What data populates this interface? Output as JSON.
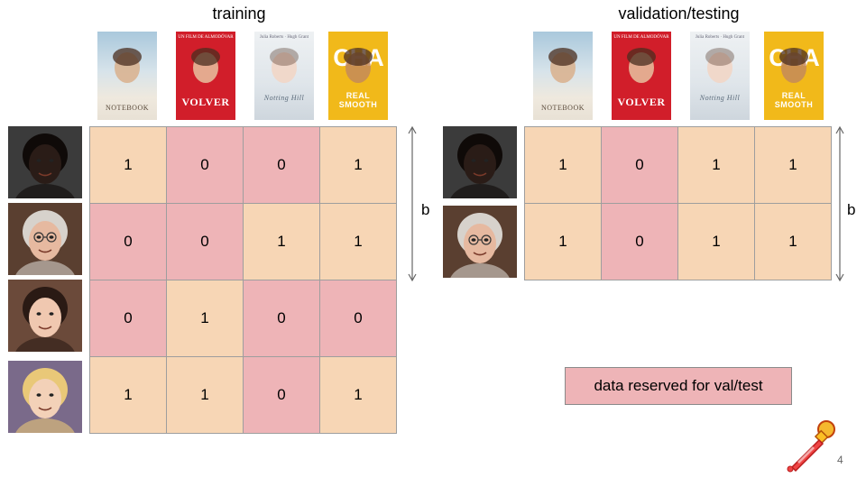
{
  "titles": {
    "training": "training",
    "validation": "validation/testing"
  },
  "posters": [
    {
      "id": "notebook",
      "text": "NOTEBOOK",
      "top": ""
    },
    {
      "id": "volver",
      "text": "VOLVER",
      "top": "UN FILM DE ALMODÓVAR"
    },
    {
      "id": "notting-hill",
      "text": "Notting Hill",
      "top": "Julia Roberts · Hugh Grant"
    },
    {
      "id": "cha-cha",
      "text": "REAL SMOOTH",
      "big": "CHA",
      "top": ""
    }
  ],
  "training_matrix": [
    [
      1,
      0,
      0,
      1
    ],
    [
      0,
      0,
      1,
      1
    ],
    [
      0,
      1,
      0,
      0
    ],
    [
      1,
      1,
      0,
      1
    ]
  ],
  "validation_matrix": [
    [
      1,
      0,
      1,
      1
    ],
    [
      1,
      0,
      1,
      1
    ]
  ],
  "batch_label": "b",
  "reserved_label": "data reserved for val/test",
  "page_number": "4",
  "colors": {
    "one": "#f7d6b5",
    "zero": "#eeb4b7",
    "grid": "#9e9e9e"
  },
  "icons": [
    "pipette-icon",
    "double-arrow-icon"
  ]
}
